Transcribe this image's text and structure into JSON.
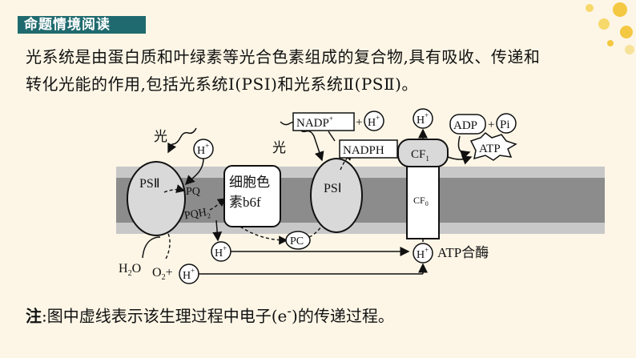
{
  "header": {
    "title": "命题情境阅读"
  },
  "intro": {
    "line1": "光系统是由蛋白质和叶绿素等光合色素组成的复合物,具有吸收、传递和",
    "line2": "转化光能的作用,包括光系统Ⅰ(PSⅠ)和光系统Ⅱ(PSⅡ)。"
  },
  "diagram": {
    "light_left": "光",
    "light_right": "光",
    "psii": "PSⅡ",
    "psi": "PSⅠ",
    "pq": "PQ",
    "pqh2": "PQH",
    "pqh2_sub": "2",
    "cyt_line1": "细胞色",
    "cyt_line2": "素b6f",
    "pc": "PC",
    "h_plus": "H",
    "h_sup": "+",
    "water": "H",
    "water_sub": "2",
    "water_o": "O",
    "o2": "O",
    "o2_sub": "2",
    "plus": "+",
    "nadp": "NADP",
    "nadph": "NADPH",
    "cf1": "CF",
    "cf1_sub": "1",
    "cf0": "CF",
    "cf0_sub": "0",
    "adp": "ADP",
    "pi": "Pi",
    "atp": "ATP",
    "atp_synthase": "ATP合酶"
  },
  "note": {
    "lead": "注",
    "text": ":图中虚线表示该生理过程中电子(e",
    "sup": "-",
    "text2": ")的传递过程。"
  }
}
